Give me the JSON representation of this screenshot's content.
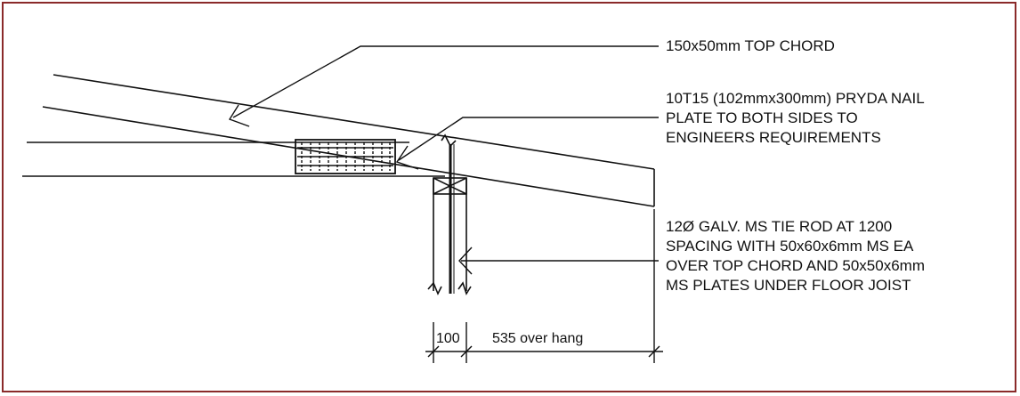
{
  "border_color": "#8a2a2a",
  "line_color": "#111111",
  "notes": {
    "top_chord": "150x50mm TOP CHORD",
    "nail_plate": [
      "10T15 (102mmx300mm) PRYDA NAIL",
      "PLATE TO BOTH SIDES TO",
      "ENGINEERS REQUIREMENTS"
    ],
    "tie_rod": [
      "12Ø GALV. MS TIE ROD AT 1200",
      "SPACING WITH 50x60x6mm MS EA",
      "OVER TOP CHORD AND 50x50x6mm",
      "MS PLATES UNDER FLOOR JOIST"
    ]
  },
  "dimensions": {
    "post": "100",
    "overhang": "535 over hang"
  }
}
